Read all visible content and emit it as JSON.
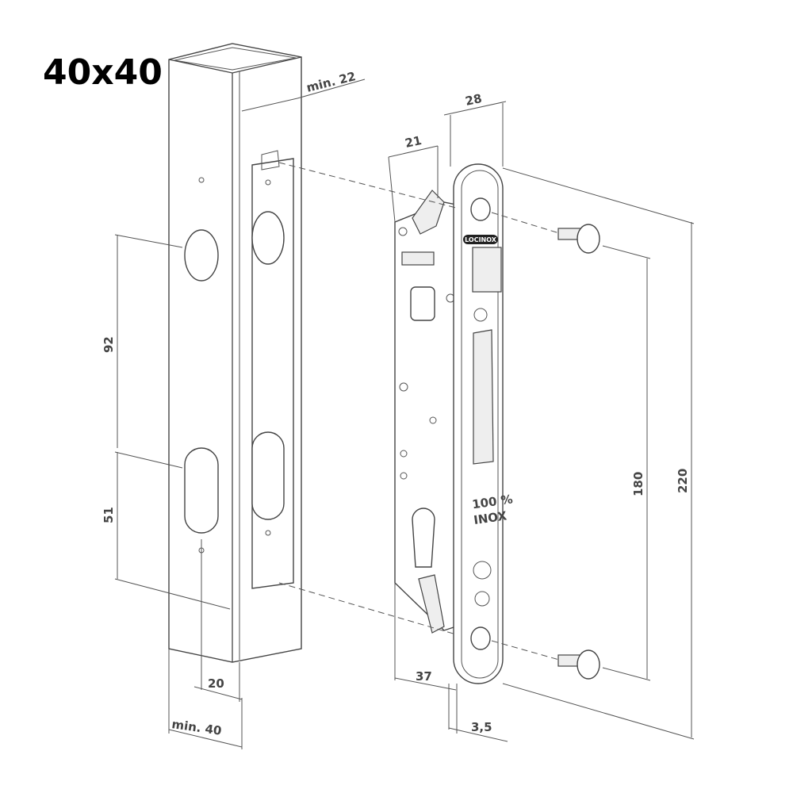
{
  "title": "40x40",
  "dimensions": {
    "post_wall_min": "min. 22",
    "faceplate_width": "28",
    "lock_depth_top": "21",
    "hole_spacing": "92",
    "hole_lower": "51",
    "screw_spacing": "180",
    "faceplate_height": "220",
    "post_offset": "20",
    "post_min": "min. 40",
    "backset": "37",
    "faceplate_thickness": "3,5"
  },
  "faceplate": {
    "logo": "LOCINOX",
    "material_line1": "100 %",
    "material_line2": "INOX"
  }
}
